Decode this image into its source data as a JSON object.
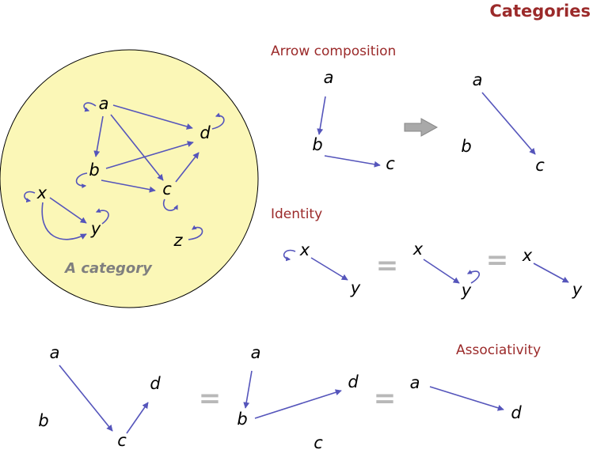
{
  "header": {
    "title": "Categories"
  },
  "category_blob": {
    "label": "A category",
    "objects": [
      "a",
      "b",
      "c",
      "d",
      "x",
      "y",
      "z"
    ]
  },
  "composition": {
    "title": "Arrow composition",
    "left": {
      "a": "a",
      "b": "b",
      "c": "c"
    },
    "right": {
      "a": "a",
      "b": "b",
      "c": "c"
    }
  },
  "identity": {
    "title": "Identity",
    "p1": {
      "x": "x",
      "y": "y"
    },
    "p2": {
      "x": "x",
      "y": "y"
    },
    "p3": {
      "x": "x",
      "y": "y"
    },
    "equals": "="
  },
  "associativity": {
    "title": "Associativity",
    "p1": {
      "a": "a",
      "b": "b",
      "c": "c",
      "d": "d"
    },
    "p2": {
      "a": "a",
      "b": "b",
      "c": "c",
      "d": "d"
    },
    "p3": {
      "a": "a",
      "d": "d"
    },
    "equals": "="
  },
  "colors": {
    "arrow": "#5555bb",
    "title": "#9b2a2a",
    "blob_fill": "#fbf7b7",
    "equals": "#b8b8b8",
    "composition_arrow": "#a9a9a9"
  }
}
